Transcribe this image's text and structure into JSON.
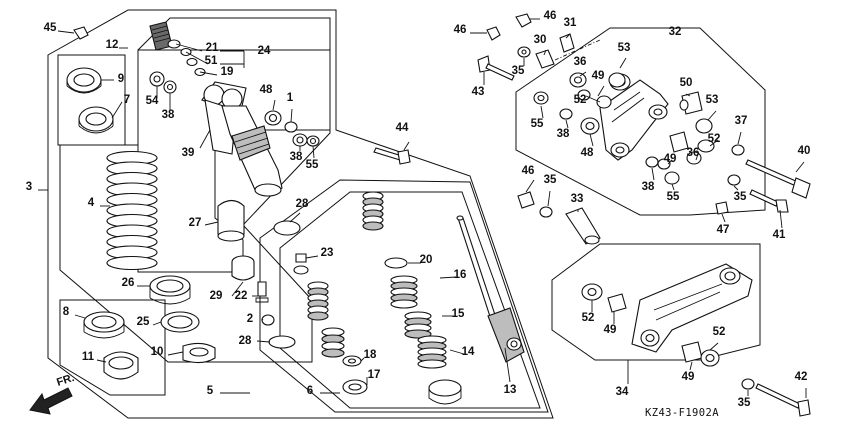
{
  "diagram_code": "KZ43-F1902A",
  "direction_label": "FR.",
  "callouts": {
    "c1": "1",
    "c2": "2",
    "c3": "3",
    "c4": "4",
    "c5": "5",
    "c6": "6",
    "c7": "7",
    "c8": "8",
    "c9": "9",
    "c10": "10",
    "c11": "11",
    "c12": "12",
    "c13": "13",
    "c14": "14",
    "c15": "15",
    "c16": "16",
    "c17": "17",
    "c18": "18",
    "c19": "19",
    "c20": "20",
    "c21": "21",
    "c22": "22",
    "c23": "23",
    "c24": "24",
    "c25": "25",
    "c26": "26",
    "c27": "27",
    "c28": "28",
    "c29": "29",
    "c30": "30",
    "c31": "31",
    "c32": "32",
    "c33": "33",
    "c34": "34",
    "c35": "35",
    "c36": "36",
    "c37": "37",
    "c38": "38",
    "c39": "39",
    "c40": "40",
    "c41": "41",
    "c42": "42",
    "c43": "43",
    "c44": "44",
    "c45": "45",
    "c46": "46",
    "c47": "47",
    "c48": "48",
    "c49": "49",
    "c50": "50",
    "c51": "51",
    "c52": "52",
    "c53": "53",
    "c54": "54",
    "c55": "55"
  }
}
